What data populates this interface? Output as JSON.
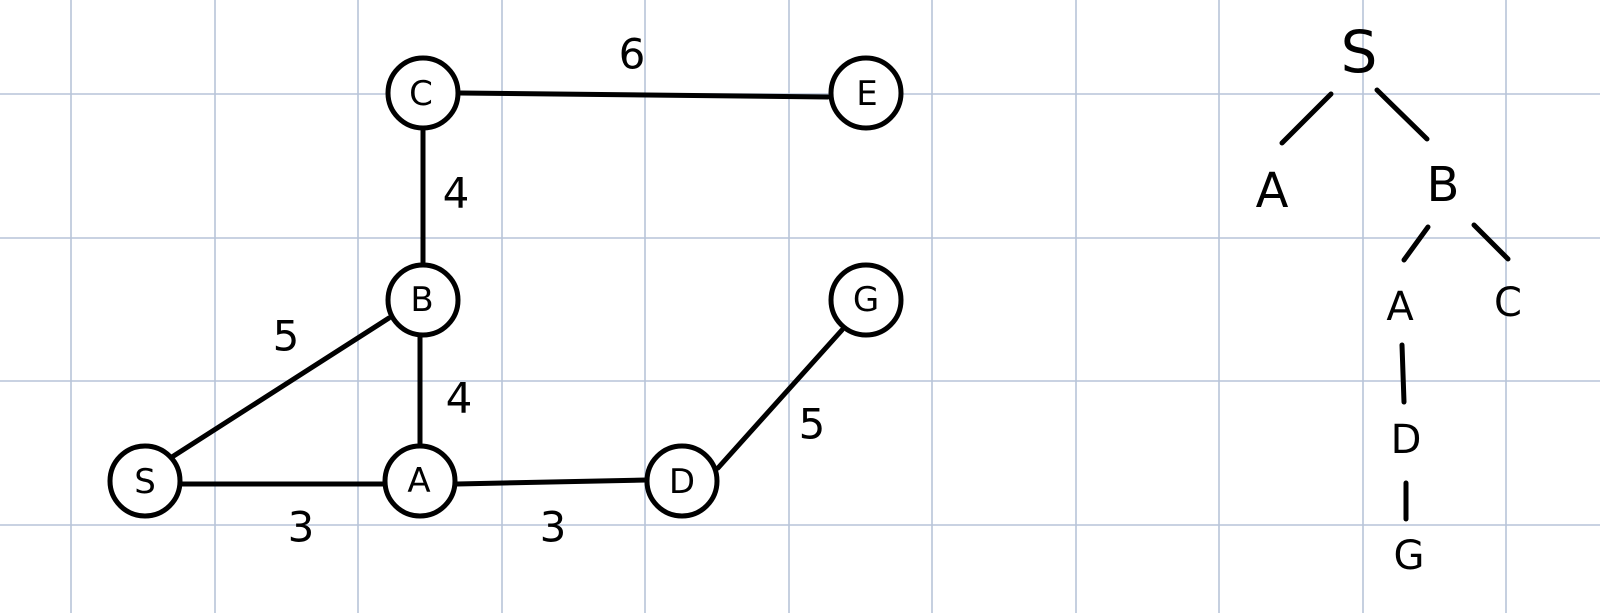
{
  "graph": {
    "nodes": [
      {
        "id": "C",
        "label": "C"
      },
      {
        "id": "E",
        "label": "E"
      },
      {
        "id": "B",
        "label": "B"
      },
      {
        "id": "G",
        "label": "G"
      },
      {
        "id": "S",
        "label": "S"
      },
      {
        "id": "A",
        "label": "A"
      },
      {
        "id": "D",
        "label": "D"
      }
    ],
    "edges": [
      {
        "from": "C",
        "to": "E",
        "weight": "6"
      },
      {
        "from": "C",
        "to": "B",
        "weight": "4"
      },
      {
        "from": "B",
        "to": "A",
        "weight": "4"
      },
      {
        "from": "S",
        "to": "B",
        "weight": "5"
      },
      {
        "from": "S",
        "to": "A",
        "weight": "3"
      },
      {
        "from": "A",
        "to": "D",
        "weight": "3"
      },
      {
        "from": "D",
        "to": "G",
        "weight": "5"
      }
    ]
  },
  "search_tree": {
    "nodes": [
      {
        "id": "S",
        "label": "S"
      },
      {
        "id": "A1",
        "label": "A"
      },
      {
        "id": "B",
        "label": "B"
      },
      {
        "id": "A2",
        "label": "A"
      },
      {
        "id": "C",
        "label": "C"
      },
      {
        "id": "D",
        "label": "D"
      },
      {
        "id": "G",
        "label": "G"
      }
    ],
    "edges": [
      {
        "from": "S",
        "to": "A1"
      },
      {
        "from": "S",
        "to": "B"
      },
      {
        "from": "B",
        "to": "A2"
      },
      {
        "from": "B",
        "to": "C"
      },
      {
        "from": "A2",
        "to": "D"
      },
      {
        "from": "D",
        "to": "G"
      }
    ]
  }
}
